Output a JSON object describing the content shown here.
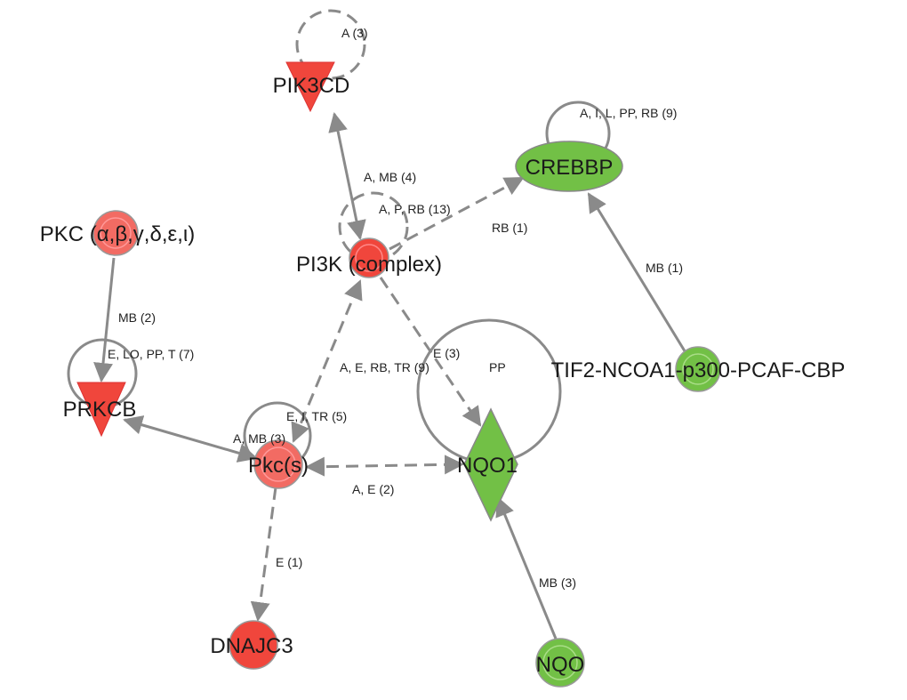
{
  "nodes": {
    "pik3cd": "PIK3CD",
    "pi3k": "PI3K (complex)",
    "crebbp": "CREBBP",
    "pkc": "PKC (α,β,γ,δ,ε,ι)",
    "prkcb": "PRKCB",
    "pkcs": "Pkc(s)",
    "nqo1": "NQO1",
    "tif2": "TIF2-NCOA1-p300-PCAF-CBP",
    "nqo": "NQO",
    "dnajc3": "DNAJC3"
  },
  "edges": {
    "pik3cd_self": "A (3)",
    "crebbp_self": "A, I, L, PP, RB (9)",
    "pik3cd_pi3k": "A, MB (4)",
    "pi3k_self": "A, P, RB (13)",
    "pi3k_crebbp": "RB (1)",
    "tif2_crebbp": "MB (1)",
    "pkc_prkcb": "MB (2)",
    "prkcb_self": "E, LO, PP, T (7)",
    "pkcs_pi3k": "A, E, RB, TR (9)",
    "pi3k_nqo1": "E (3)",
    "nqo1_self": "PP",
    "pkcs_self": "E, I, TR (5)",
    "prkcb_pkcs": "A, MB (3)",
    "pkcs_nqo1": "A, E (2)",
    "pkcs_dnajc3": "E (1)",
    "nqo_nqo1": "MB (3)"
  },
  "colors": {
    "up": "#f0463c",
    "up_light": "#f26b63",
    "down": "#72c046",
    "edge": "#8a8a8a"
  }
}
